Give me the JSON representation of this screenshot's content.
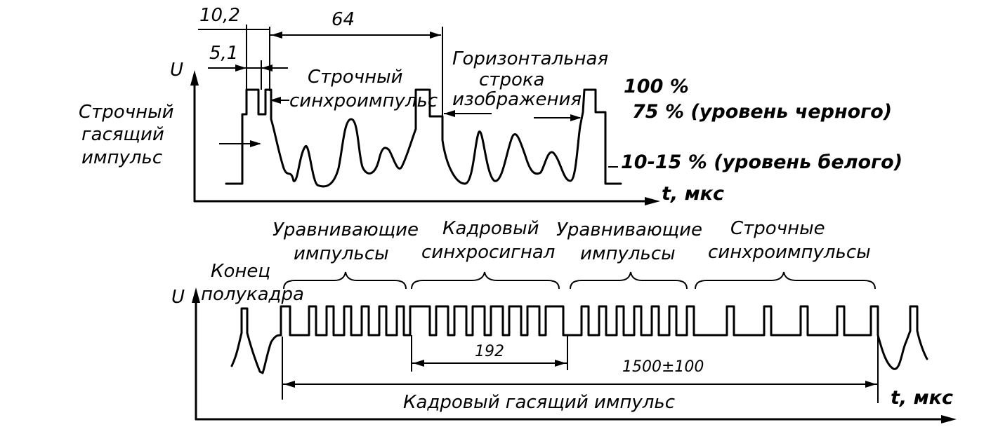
{
  "top": {
    "axis_y": "U",
    "axis_x": "t, мкс",
    "dim_10_2": "10,2",
    "dim_5_1": "5,1",
    "dim_64": "64",
    "blank_pulse": [
      "Строчный",
      "гасящий",
      "импульс"
    ],
    "sync_pulse": [
      "Строчный",
      "синхроимпульс"
    ],
    "line": [
      "Горизонтальная",
      "строка",
      "изображения"
    ],
    "level_100": "100 %",
    "level_75": "75 % (уровень черного)",
    "level_white": "10-15 % (уровень белого)"
  },
  "bottom": {
    "axis_y": "U",
    "axis_x": "t, мкс",
    "end_field": [
      "Конец",
      "полукадра"
    ],
    "equalizing_1": [
      "Уравнивающие",
      "импульсы"
    ],
    "frame_sync": [
      "Кадровый",
      "синхросигнал"
    ],
    "equalizing_2": [
      "Уравнивающие",
      "импульсы"
    ],
    "line_sync": [
      "Строчные",
      "синхроимпульсы"
    ],
    "dim_192": "192",
    "dim_1500": "1500±100",
    "frame_blank": "Кадровый гасящий импульс"
  }
}
